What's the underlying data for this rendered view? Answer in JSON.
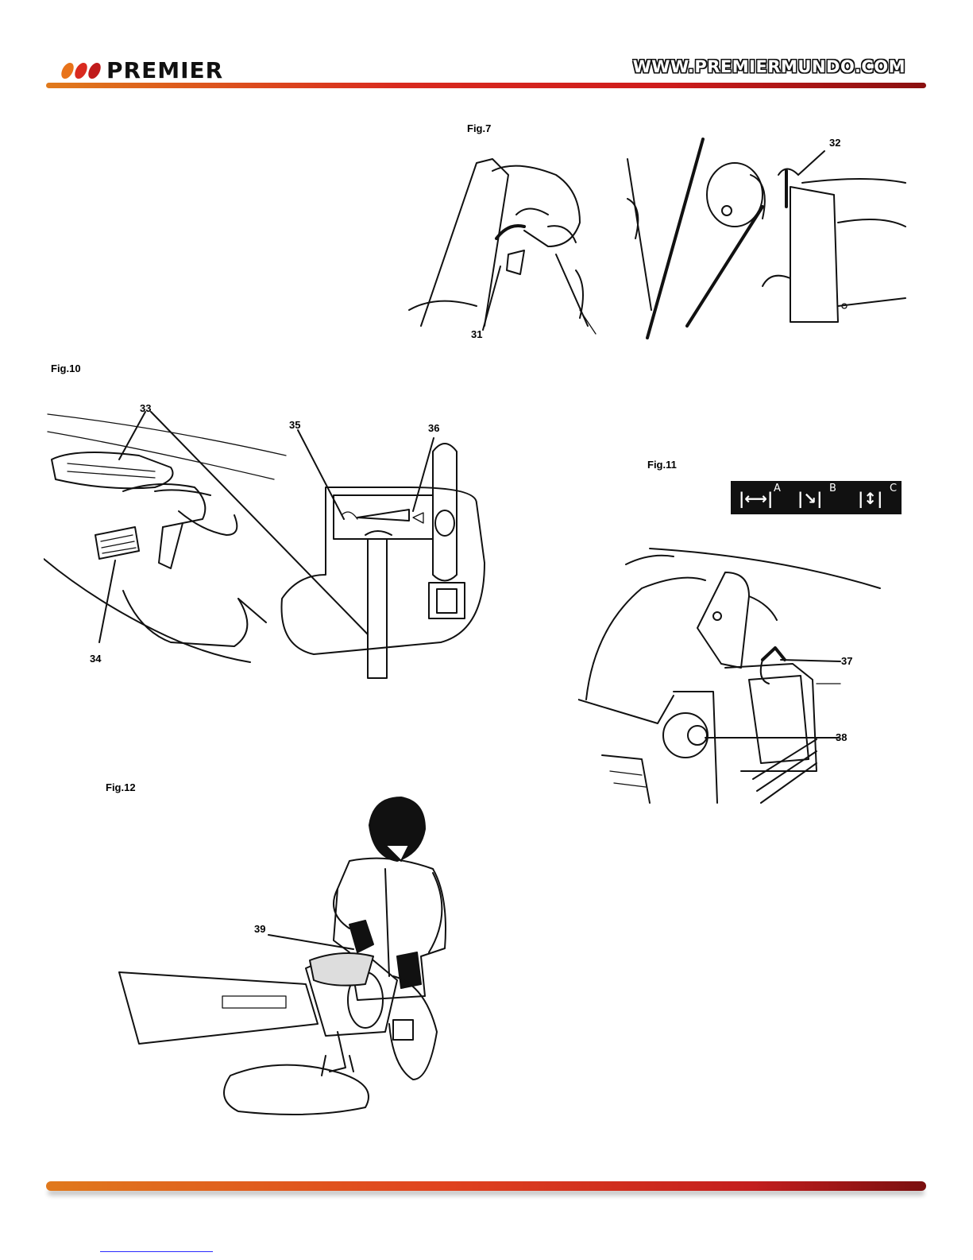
{
  "header": {
    "brand": "PREMIER",
    "url": "WWW.PREMIERMUNDO.COM",
    "dot_colors": [
      "#e8731a",
      "#d92a1f",
      "#c01b1b"
    ]
  },
  "figures": {
    "fig7": {
      "label": "Fig.7",
      "callouts": [
        "31",
        "32"
      ]
    },
    "fig10": {
      "label": "Fig.10",
      "callouts": [
        "33",
        "34",
        "35",
        "36"
      ]
    },
    "fig11": {
      "label": "Fig.11",
      "mode_letters": [
        "A",
        "B",
        "C"
      ],
      "callouts": [
        "37",
        "38"
      ]
    },
    "fig12": {
      "label": "Fig.12",
      "callouts": [
        "39"
      ]
    }
  }
}
